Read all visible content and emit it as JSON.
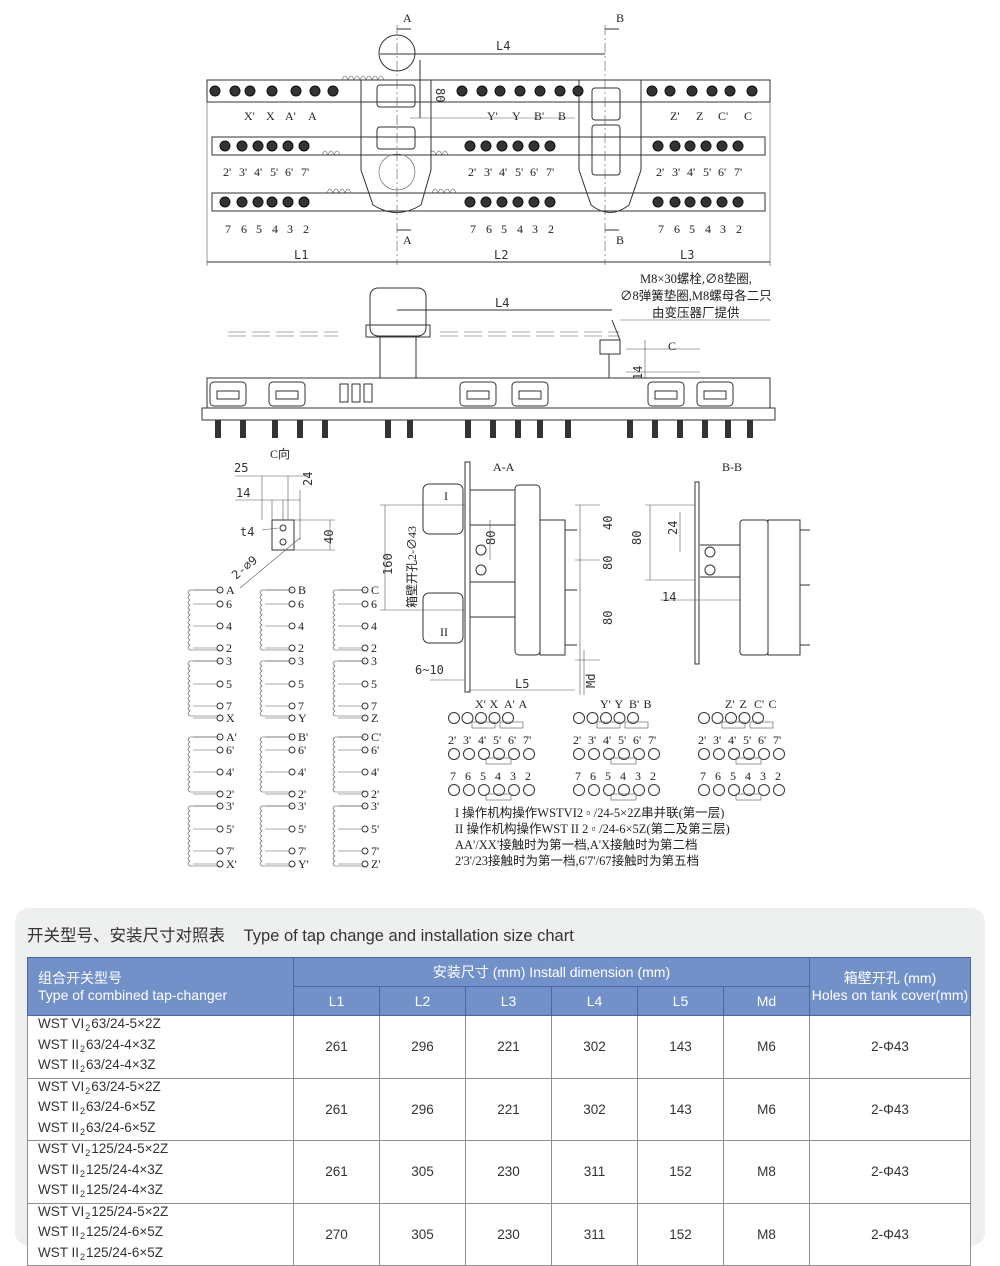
{
  "drawing": {
    "top_view": {
      "section_marks": {
        "a_top": "A",
        "b_top": "B",
        "a_bottom": "A",
        "b_bottom": "B"
      },
      "dims": {
        "l1": "L1",
        "l2": "L2",
        "l3": "L3",
        "l4": "L4",
        "h80": "80"
      },
      "row1_groups": [
        [
          "X'",
          "X",
          "A'",
          "A"
        ],
        [
          "Y'",
          "Y",
          "B'",
          "B"
        ],
        [
          "Z'",
          "Z",
          "C'",
          "C"
        ]
      ],
      "row2_groups": [
        [
          "2'",
          "3'",
          "4'",
          "5'",
          "6'",
          "7'"
        ],
        [
          "2'",
          "3'",
          "4'",
          "5'",
          "6'",
          "7'"
        ],
        [
          "2'",
          "3'",
          "4'",
          "5'",
          "6'",
          "7'"
        ]
      ],
      "row3_groups": [
        [
          "7",
          "6",
          "5",
          "4",
          "3",
          "2"
        ],
        [
          "7",
          "6",
          "5",
          "4",
          "3",
          "2"
        ],
        [
          "7",
          "6",
          "5",
          "4",
          "3",
          "2"
        ]
      ]
    },
    "side_view": {
      "l4": "L4",
      "note_lines": [
        "M8×30螺栓,∅8垫圈,",
        "∅8弹簧垫圈,M8螺母各二只",
        "由变压器厂提供"
      ],
      "c_mark": "C",
      "dim14": "14"
    },
    "c_view": {
      "title": "C向",
      "d25": "25",
      "d14": "14",
      "d24": "24",
      "t4": "t4",
      "d40": "40",
      "holes": "2-∅9"
    },
    "section_aa": {
      "title": "A-A",
      "d160": "160",
      "hole_note": "箱壁开孔2-∅43",
      "d40": "40",
      "d80a": "80",
      "d80b": "80",
      "d80c": "80",
      "md": "Md",
      "l5": "L5",
      "gap": "6~10",
      "mech1": "I",
      "mech2": "II"
    },
    "section_bb": {
      "title": "B-B",
      "d80": "80",
      "d24": "24",
      "d14": "14"
    },
    "windings": [
      [
        "A",
        "6",
        "4",
        "2",
        "3",
        "5",
        "7",
        "X",
        "A'",
        "6'",
        "4'",
        "2'",
        "3'",
        "5'",
        "7'",
        "X'"
      ],
      [
        "B",
        "6",
        "4",
        "2",
        "3",
        "5",
        "7",
        "Y",
        "B'",
        "6'",
        "4'",
        "2'",
        "3'",
        "5'",
        "7'",
        "Y'"
      ],
      [
        "C",
        "6",
        "4",
        "2",
        "3",
        "5",
        "7",
        "Z",
        "C'",
        "6'",
        "4'",
        "2'",
        "3'",
        "5'",
        "7'",
        "Z'"
      ]
    ],
    "contact_diagrams": [
      {
        "phase": [
          "X'",
          "X",
          "A'",
          "A"
        ],
        "mid": [
          "2'",
          "3'",
          "4'",
          "5'",
          "6'",
          "7'"
        ],
        "low": [
          "7",
          "6",
          "5",
          "4",
          "3",
          "2"
        ]
      },
      {
        "phase": [
          "Y'",
          "Y",
          "B'",
          "B"
        ],
        "mid": [
          "2'",
          "3'",
          "4'",
          "5'",
          "6'",
          "7'"
        ],
        "low": [
          "7",
          "6",
          "5",
          "4",
          "3",
          "2"
        ]
      },
      {
        "phase": [
          "Z'",
          "Z",
          "C'",
          "C"
        ],
        "mid": [
          "2'",
          "3'",
          "4'",
          "5'",
          "6'",
          "7'"
        ],
        "low": [
          "7",
          "6",
          "5",
          "4",
          "3",
          "2"
        ]
      }
    ],
    "notes": [
      "I 操作机构操作WSTVI2 ▫ /24-5×2Z串并联(第一层)",
      "II 操作机构操作WST II 2 ▫ /24-6×5Z(第二及第三层)",
      "AA'/XX'接触时为第一档,A'X接触时为第二档",
      "2'3'/23接触时为第一档,6'7'/67接触时为第五档"
    ]
  },
  "chart_section": {
    "title_cn": "开关型号、安装尺寸对照表",
    "title_en": "Type of tap change and installation size chart",
    "header": {
      "type_cn": "组合开关型号",
      "type_en": "Type of combined  tap-changer",
      "install": "安装尺寸 (mm) Install dimension (mm)",
      "holes_cn": "箱壁开孔 (mm)",
      "holes_en": "Holes on tank cover(mm)",
      "cols": [
        "L1",
        "L2",
        "L3",
        "L4",
        "L5",
        "Md"
      ]
    },
    "rows": [
      {
        "models": [
          {
            "s": "WST VI",
            "sub": "2",
            "spec": "63/24-5×2Z"
          },
          {
            "s": "WST II",
            "sub": "2",
            "spec": "63/24-4×3Z"
          },
          {
            "s": "WST II",
            "sub": "2",
            "spec": "63/24-4×3Z"
          }
        ],
        "values": [
          "261",
          "296",
          "221",
          "302",
          "143",
          "M6"
        ],
        "holes": "2-Φ43"
      },
      {
        "models": [
          {
            "s": "WST VI",
            "sub": "2",
            "spec": "63/24-5×2Z"
          },
          {
            "s": "WST II",
            "sub": "2",
            "spec": "63/24-6×5Z"
          },
          {
            "s": "WST II",
            "sub": "2",
            "spec": "63/24-6×5Z"
          }
        ],
        "values": [
          "261",
          "296",
          "221",
          "302",
          "143",
          "M6"
        ],
        "holes": "2-Φ43"
      },
      {
        "models": [
          {
            "s": "WST VI",
            "sub": "2",
            "spec": "125/24-5×2Z"
          },
          {
            "s": "WST II",
            "sub": "2",
            "spec": "125/24-4×3Z"
          },
          {
            "s": "WST II",
            "sub": "2",
            "spec": "125/24-4×3Z"
          }
        ],
        "values": [
          "261",
          "305",
          "230",
          "311",
          "152",
          "M8"
        ],
        "holes": "2-Φ43"
      },
      {
        "models": [
          {
            "s": "WST VI",
            "sub": "2",
            "spec": "125/24-5×2Z"
          },
          {
            "s": "WST II",
            "sub": "2",
            "spec": "125/24-6×5Z"
          },
          {
            "s": "WST II",
            "sub": "2",
            "spec": "125/24-6×5Z"
          }
        ],
        "values": [
          "270",
          "305",
          "230",
          "311",
          "152",
          "M8"
        ],
        "holes": "2-Φ43"
      }
    ],
    "colors": {
      "header": "#7391c9",
      "panel": "#eef0ef"
    }
  }
}
